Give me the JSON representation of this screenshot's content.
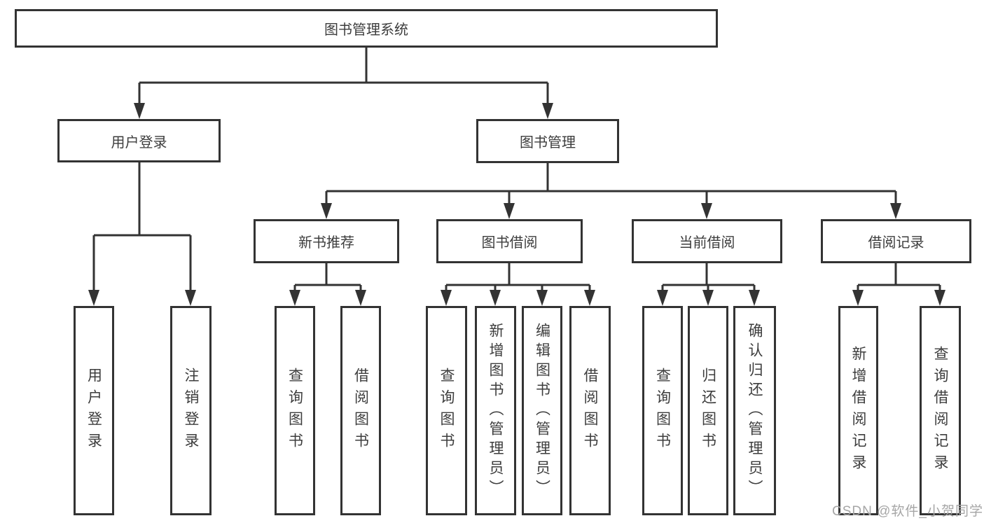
{
  "nodes": {
    "root": "图书管理系统",
    "user_login": "用户登录",
    "book_management": "图书管理",
    "new_book_rec": "新书推荐",
    "book_borrow": "图书借阅",
    "current_borrow": "当前借阅",
    "borrow_records": "借阅记录",
    "leaf_user_login": "用户登录",
    "leaf_logout": "注销登录",
    "leaf_nb_query": "查询图书",
    "leaf_nb_borrow": "借阅图书",
    "leaf_bb_query": "查询图书",
    "leaf_bb_add": "新增图书（管理员）",
    "leaf_bb_edit": "编辑图书（管理员）",
    "leaf_bb_borrow": "借阅图书",
    "leaf_cb_query": "查询图书",
    "leaf_cb_return": "归还图书",
    "leaf_cb_confirm": "确认归还（管理员）",
    "leaf_br_add": "新增借阅记录",
    "leaf_br_query": "查询借阅记录"
  },
  "tree": {
    "图书管理系统": {
      "用户登录": [
        "用户登录",
        "注销登录"
      ],
      "图书管理": {
        "新书推荐": [
          "查询图书",
          "借阅图书"
        ],
        "图书借阅": [
          "查询图书",
          "新增图书（管理员）",
          "编辑图书（管理员）",
          "借阅图书"
        ],
        "当前借阅": [
          "查询图书",
          "归还图书",
          "确认归还（管理员）"
        ],
        "借阅记录": [
          "新增借阅记录",
          "查询借阅记录"
        ]
      }
    }
  },
  "watermark": "CSDN @软件_小贺同学",
  "colors": {
    "line": "#333333",
    "text": "#3d3d3d",
    "background": "#ffffff",
    "watermark": "#a6a6a6"
  }
}
